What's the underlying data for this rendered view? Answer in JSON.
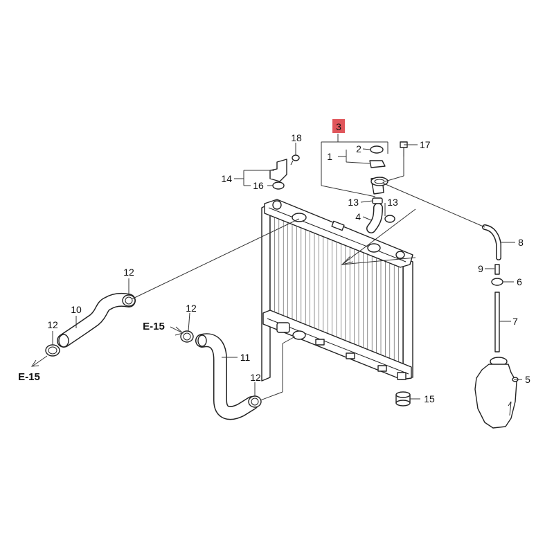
{
  "labels": {
    "p1": "1",
    "p2": "2",
    "p3": "3",
    "p4": "4",
    "p5": "5",
    "p6": "6",
    "p7": "7",
    "p8": "8",
    "p9": "9",
    "p10": "10",
    "p11": "11",
    "p12a": "12",
    "p12b": "12",
    "p12c": "12",
    "p12d": "12",
    "p13a": "13",
    "p13b": "13",
    "p14": "14",
    "p15": "15",
    "p16": "16",
    "p17": "17",
    "p18": "18"
  },
  "refs": {
    "left": "E-15",
    "middle": "E-15"
  },
  "colors": {
    "highlight": "#e0565b",
    "line": "#222222"
  }
}
